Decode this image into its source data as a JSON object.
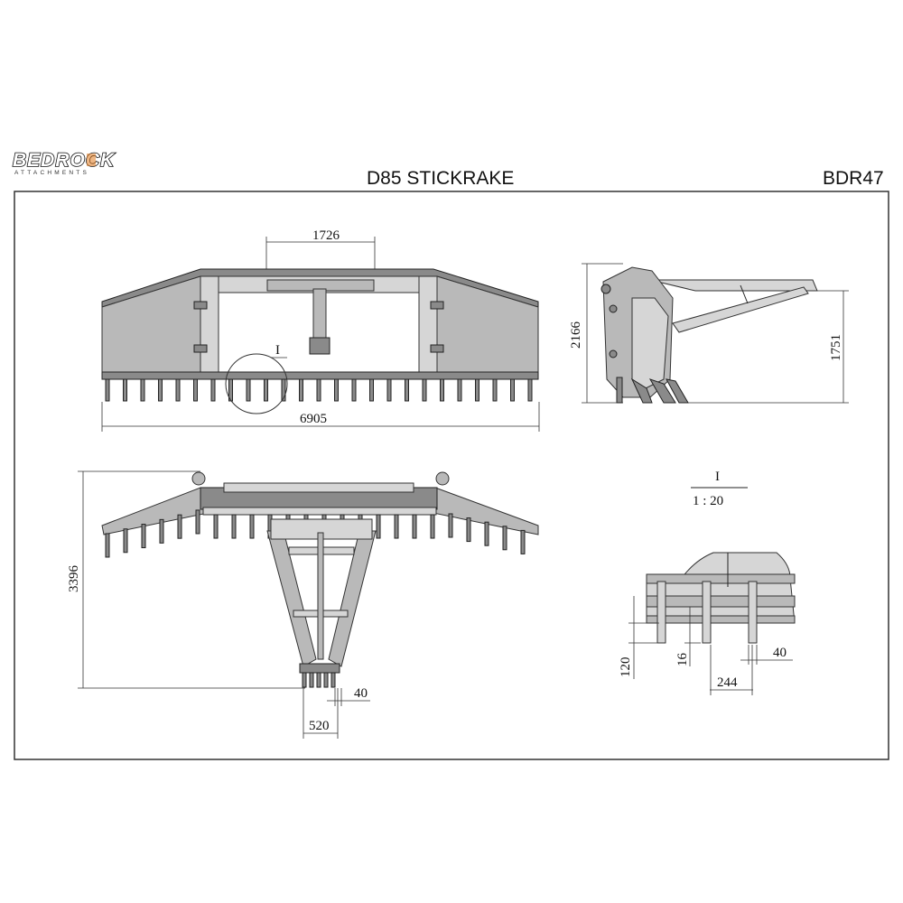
{
  "logo": {
    "main": "BEDROCK",
    "sub": "ATTACHMENTS"
  },
  "title": "D85  STICKRAKE",
  "code": "BDR47",
  "front_view": {
    "top_width": "1726",
    "overall_width": "6905",
    "detail_mark": "I"
  },
  "side_view": {
    "height_overall": "2166",
    "height_tine": "1751"
  },
  "plan_view": {
    "length": "3396",
    "tine_width": "40",
    "tine_group": "520"
  },
  "detail": {
    "mark": "I",
    "scale": "1 : 20",
    "tine_len": "120",
    "gap": "16",
    "spacing": "244",
    "width": "40"
  },
  "colors": {
    "frame_fill": "#b9b9b9",
    "line": "#222222",
    "accent_logo": "#e07a1f"
  }
}
